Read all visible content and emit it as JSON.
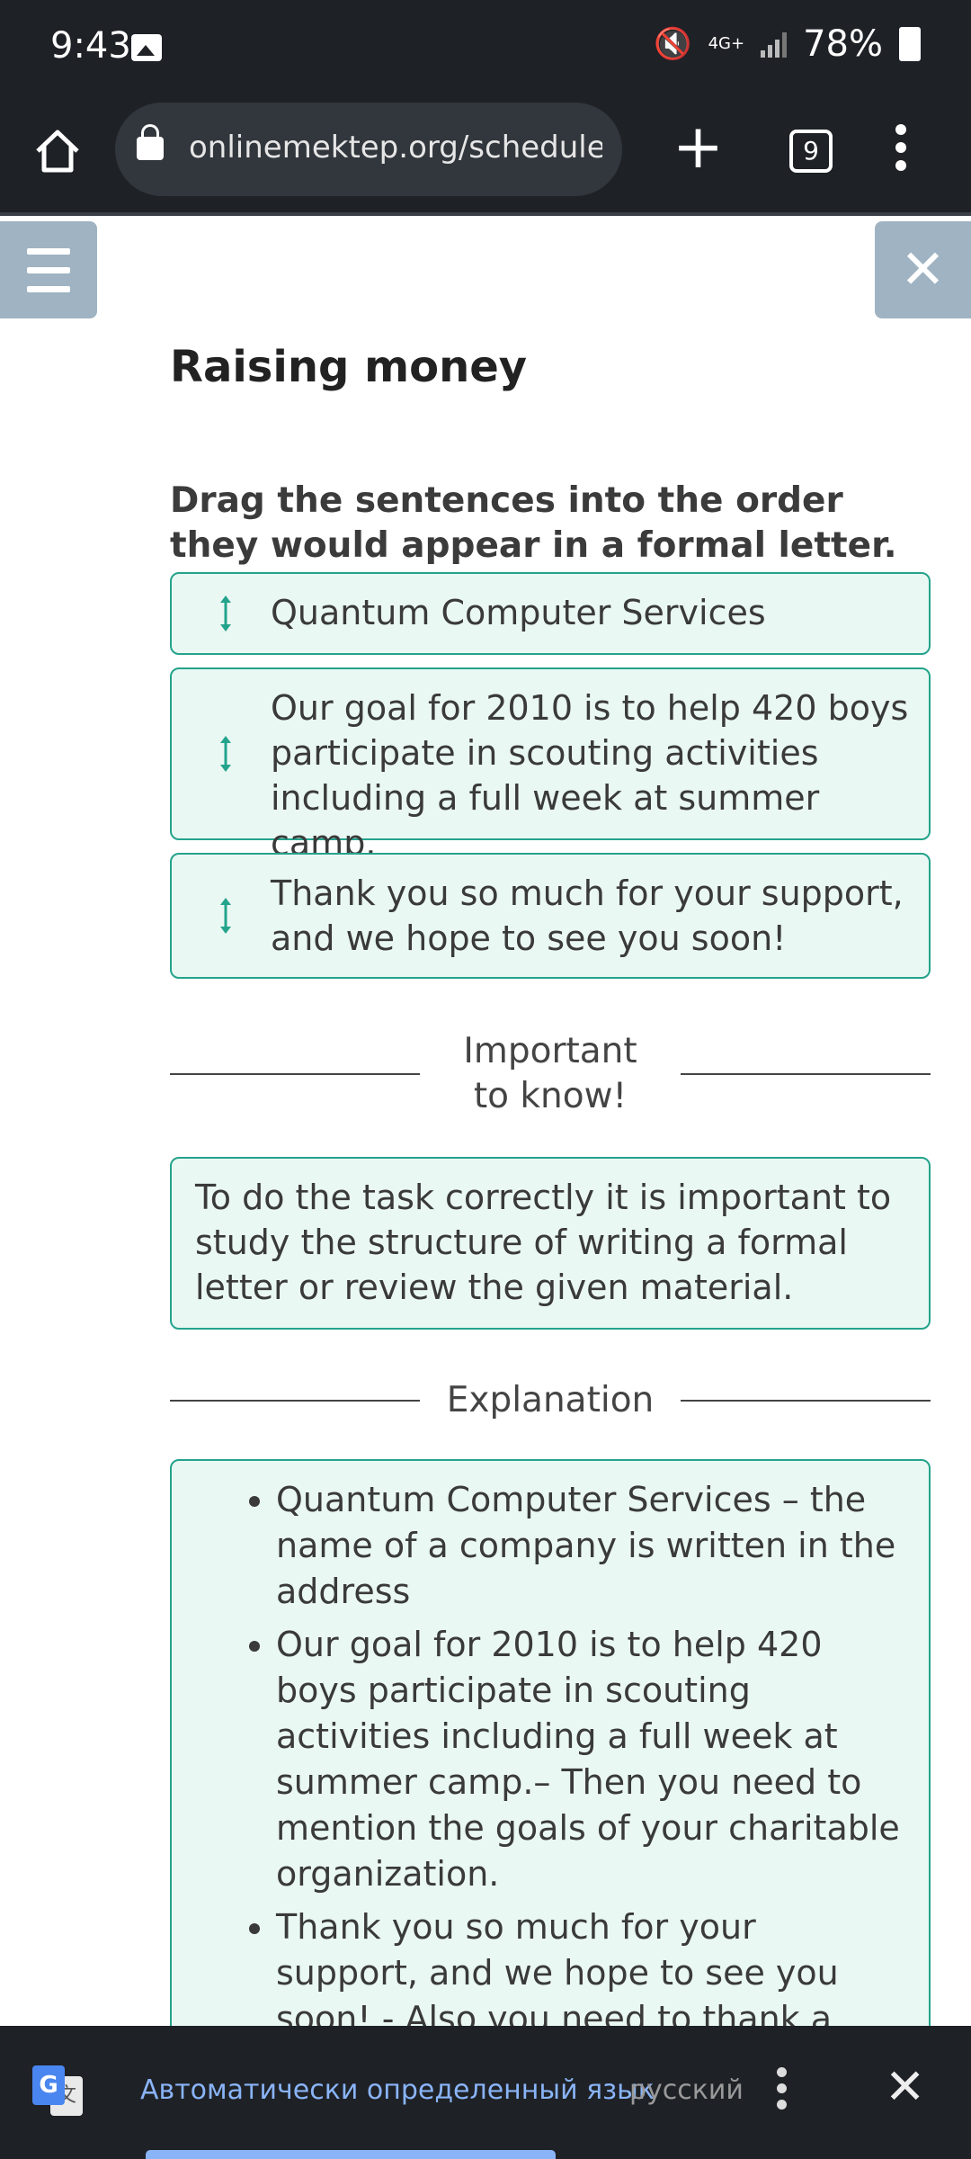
{
  "status_bar": {
    "time": "9:43",
    "network": "4G+",
    "battery": "78%"
  },
  "browser": {
    "url": "onlinemektep.org/schedule/les",
    "tab_count": "9"
  },
  "page": {
    "title": "Raising money",
    "instruction": "Drag the sentences into the order they would appear in a formal letter.",
    "drag_items": [
      "Quantum Computer Services",
      "Our goal for 2010 is to help 420 boys participate in scouting activities including a full week at summer camp.",
      "Thank you so much for your support, and we hope to see you soon!"
    ],
    "important_heading": "Important to know!",
    "important_text": "To do the task correctly it is important to study the structure of writing a formal letter or review the given material.",
    "explanation_heading": "Explanation",
    "explanation_items": [
      "Quantum Computer Services – the name of a company is written in the address",
      "Our goal for 2010 is to help 420 boys participate in scouting activities including a full week at summer camp.– Then you need to mention the goals of your charitable organization.",
      "Thank you so much for your support, and we hope to see you soon! - Also you need to thank a sponsor in advance at the end of the letter."
    ]
  },
  "translate_bar": {
    "auto_language": "Автоматически определенный язык",
    "target_language": "русский"
  },
  "colors": {
    "accent": "#24a38c",
    "box_background": "#eaf8f3",
    "side_button": "#9fb3c2",
    "chrome_dark": "#1e2126"
  }
}
